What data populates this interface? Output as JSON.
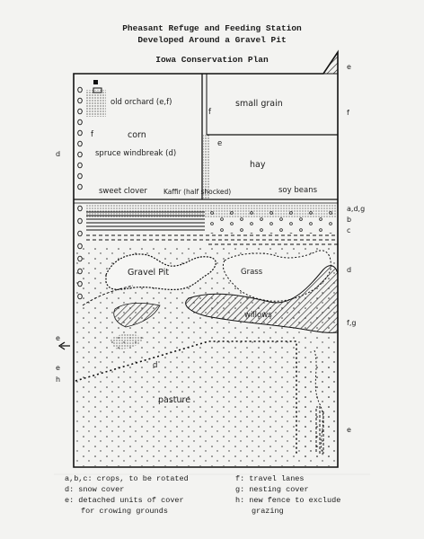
{
  "title": {
    "line1": "Pheasant Refuge and Feeding Station",
    "line2": "Developed Around a Gravel Pit",
    "subtitle": "Iowa Conservation Plan"
  },
  "map_labels": {
    "old_orchard": "old orchard (e,f)",
    "corn": "corn",
    "f_left": "f",
    "spruce": "spruce windbreak (d)",
    "small_grain": "small grain",
    "f_mid": "f",
    "e_mid": "e",
    "hay": "hay",
    "sweet_clover": "sweet clover",
    "kaffir": "Kaffir (half shocked)",
    "soy_beans": "soy beans",
    "gravel_pit": "Gravel Pit",
    "grass": "Grass",
    "willows": "willows",
    "d_fence": "d",
    "pasture": "pasture"
  },
  "side_labels": {
    "right_e_top": "e",
    "right_f": "f",
    "right_adg": "a,d,g",
    "right_b": "b",
    "right_c": "c",
    "right_d": "d",
    "right_fg": "f,g",
    "right_e_bottom": "e",
    "left_d": "d",
    "left_e1": "e",
    "left_e2": "e",
    "left_h": "h"
  },
  "legend": {
    "abc": "a,b,c: crops, to be rotated",
    "d": "d: snow cover",
    "e1": "e: detached units of cover",
    "e2": "for crowing grounds",
    "f": "f: travel lanes",
    "g": "g: nesting cover",
    "h1": "h: new fence to exclude",
    "h2": "grazing"
  }
}
